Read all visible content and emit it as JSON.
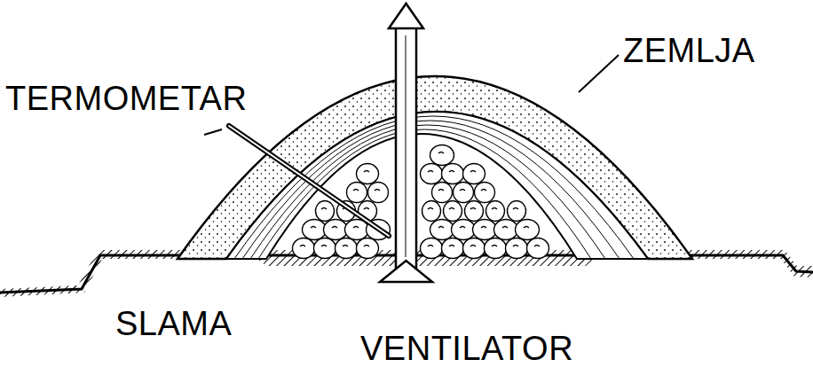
{
  "diagram": {
    "labels": [
      "TERMOMETAR",
      "ZEMLJA",
      "SLAMA",
      "VENTILATOR"
    ]
  }
}
